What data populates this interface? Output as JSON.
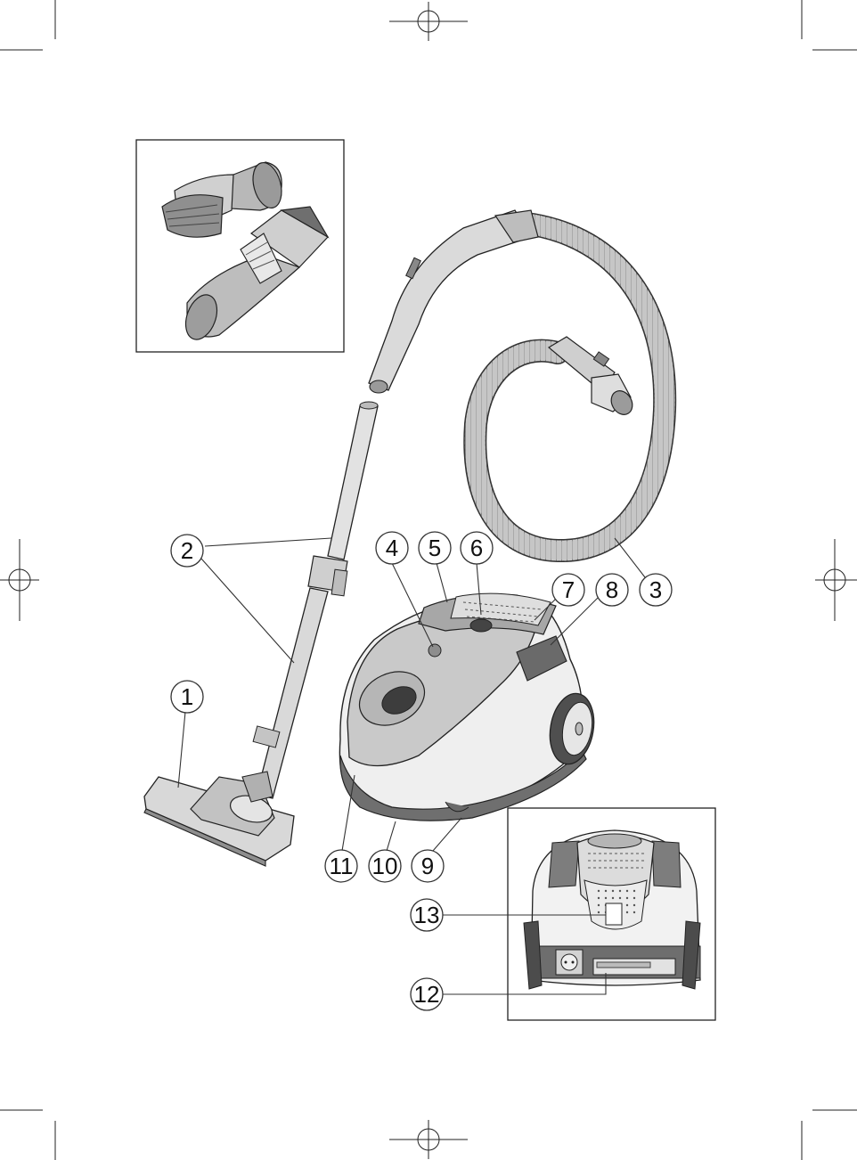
{
  "callouts": [
    {
      "label": "1"
    },
    {
      "label": "2"
    },
    {
      "label": "3"
    },
    {
      "label": "4"
    },
    {
      "label": "5"
    },
    {
      "label": "6"
    },
    {
      "label": "7"
    },
    {
      "label": "8"
    },
    {
      "label": "9"
    },
    {
      "label": "10"
    },
    {
      "label": "11"
    },
    {
      "label": "12"
    },
    {
      "label": "13"
    }
  ],
  "colors": {
    "line": "#222222",
    "body_light": "#d4d4d4",
    "body_mid": "#a9a9a9",
    "body_dark": "#6c6c6c",
    "background": "#ffffff"
  }
}
